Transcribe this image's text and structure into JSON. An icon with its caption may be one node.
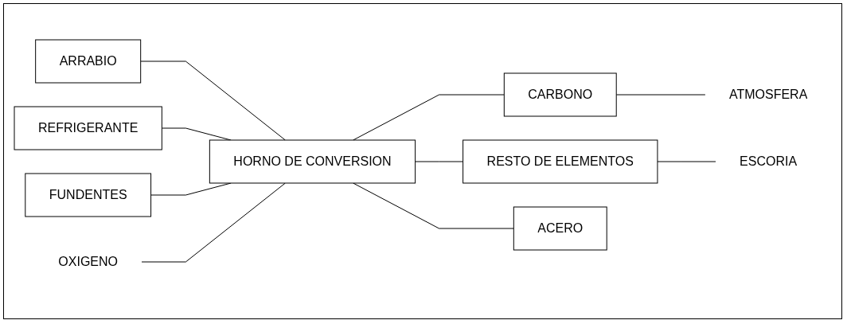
{
  "diagram": {
    "nodes": [
      {
        "text": [
          "ARRABIO"
        ]
      },
      {
        "text": [
          "REFRIGERANTE"
        ]
      },
      {
        "text": [
          "FUNDENTES"
        ]
      },
      {
        "text": [
          "HORNO DE CONVERSION"
        ]
      },
      {
        "text": [
          "OXIGENO"
        ]
      },
      {
        "text": [
          "CARBONO"
        ]
      },
      {
        "text": [
          "RESTO DE ELEMENTOS"
        ]
      },
      {
        "text": [
          "ACERO"
        ]
      },
      {
        "text": [
          "ATMOSFERA"
        ]
      },
      {
        "text": [
          "ESCORIA"
        ]
      }
    ],
    "edges": [
      {
        "from": 0,
        "to": 3,
        "arrow": "none"
      },
      {
        "from": 1,
        "to": 3,
        "arrow": "none"
      },
      {
        "from": 2,
        "to": 3,
        "arrow": "none"
      },
      {
        "from": 4,
        "to": 3,
        "arrow": "none"
      },
      {
        "from": 3,
        "to": 5,
        "arrow": "none"
      },
      {
        "from": 3,
        "to": 6,
        "arrow": "none"
      },
      {
        "from": 3,
        "to": 7,
        "arrow": "none"
      },
      {
        "from": 5,
        "to": 8,
        "arrow": "none"
      },
      {
        "from": 6,
        "to": 9,
        "arrow": "none"
      }
    ]
  }
}
